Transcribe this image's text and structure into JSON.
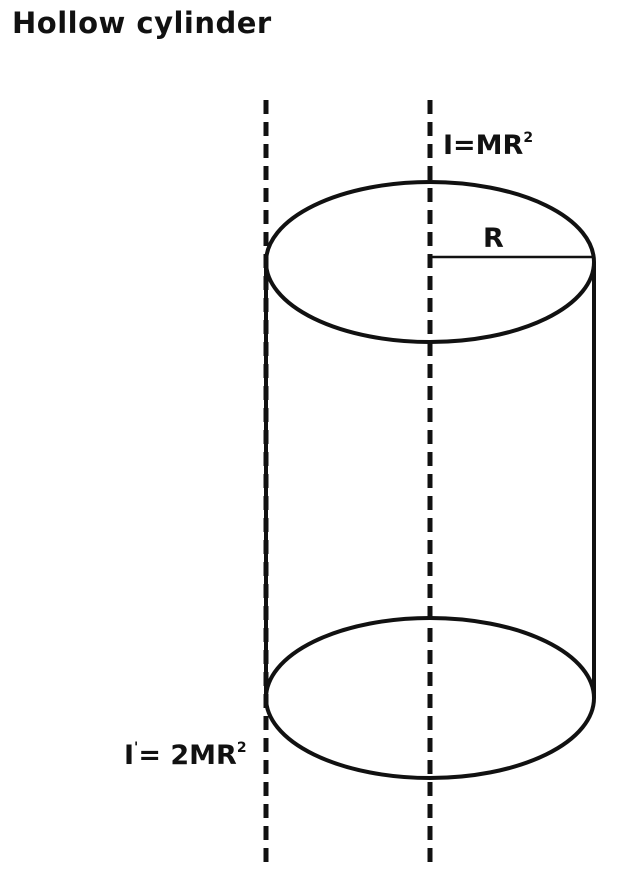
{
  "title": "Hollow cylinder",
  "labels": {
    "radius": "R",
    "central_axis": {
      "symbol": "I",
      "rest": "=MR",
      "exponent": "2"
    },
    "edge_axis": {
      "symbol": "I",
      "prime": "'",
      "rest": "= 2MR",
      "exponent": "2"
    }
  },
  "colors": {
    "stroke": "#111111",
    "background": "#ffffff"
  }
}
